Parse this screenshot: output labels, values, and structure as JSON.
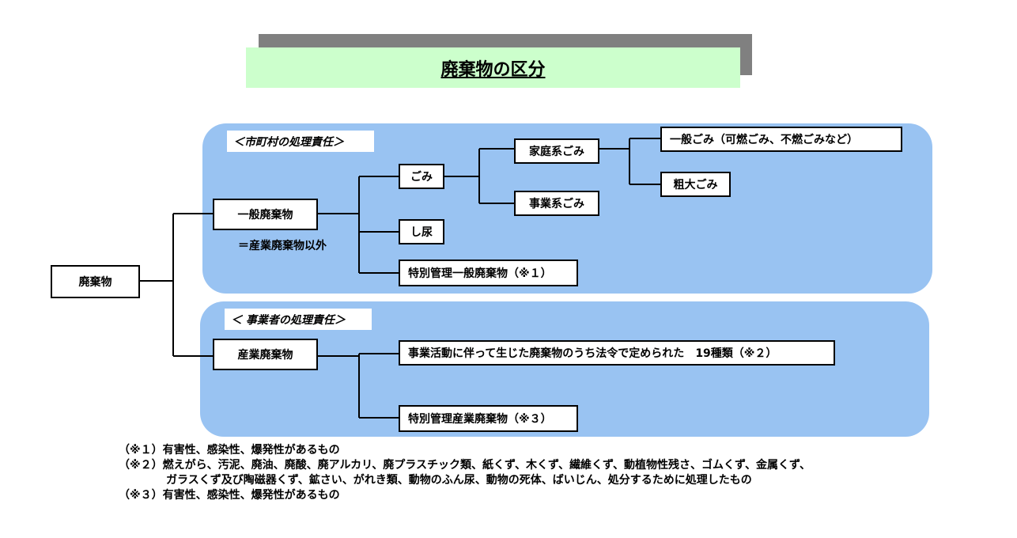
{
  "title": "廃棄物の区分",
  "panels": {
    "municipal_label": "＜市町村の処理責任＞",
    "business_label": "＜ 事業者の処理責任＞"
  },
  "nodes": {
    "waste": "廃棄物",
    "general_waste": "一般廃棄物",
    "general_waste_note": "＝産業廃棄物以外",
    "garbage": "ごみ",
    "night_soil": "し尿",
    "special_general": "特別管理一般廃棄物（※１）",
    "household": "家庭系ごみ",
    "business": "事業系ごみ",
    "ordinary": "一般ごみ（可燃ごみ、不燃ごみなど）",
    "bulky": "粗大ごみ",
    "industrial_waste": "産業廃棄物",
    "industrial_19": "事業活動に伴って生じた廃棄物のうち法令で定められた",
    "industrial_19_count": "19種類（※２）",
    "special_industrial": "特別管理産業廃棄物（※３）"
  },
  "footnotes": {
    "note1_mark": "（※１）",
    "note1_text": "有害性、感染性、爆発性があるもの",
    "note2_mark": "（※２）",
    "note2_text_line1": "燃えがら、汚泥、廃油、廃酸、廃アルカリ、廃プラスチック類、紙くず、木くず、繊維くず、動植物性残さ、ゴムくず、金属くず、",
    "note2_text_line2": "ガラスくず及び陶磁器くず、鉱さい、がれき類、動物のふん尿、動物の死体、ばいじん、処分するために処理したもの",
    "note3_mark": "（※３）",
    "note3_text": "有害性、感染性、爆発性があるもの"
  },
  "colors": {
    "panel": "#99c3f2",
    "title_bg": "#ccffcc",
    "title_shadow": "#808080"
  }
}
